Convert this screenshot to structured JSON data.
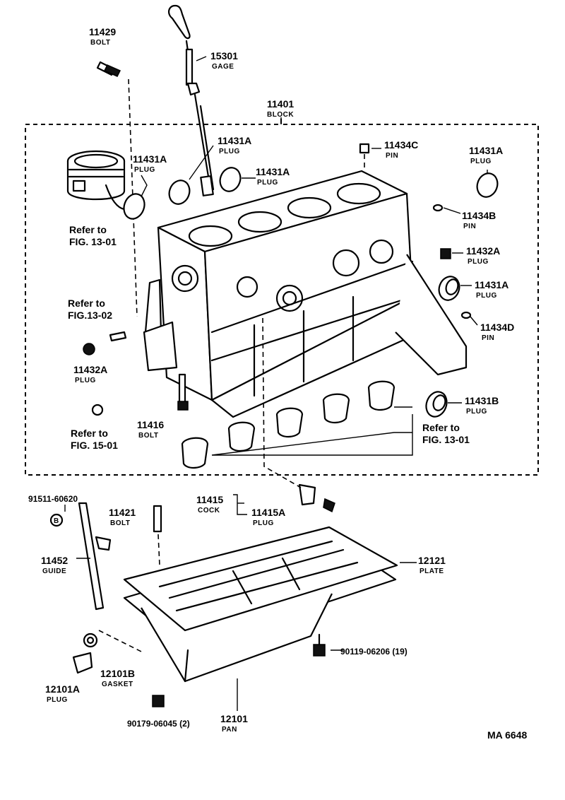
{
  "parts": {
    "p11429": {
      "number": "11429",
      "name": "BOLT"
    },
    "p15301": {
      "number": "15301",
      "name": "GAGE"
    },
    "p11401": {
      "number": "11401",
      "name": "BLOCK"
    },
    "p11431a_1": {
      "number": "11431A",
      "name": "PLUG"
    },
    "p11431a_2": {
      "number": "11431A",
      "name": "PLUG"
    },
    "p11431a_3": {
      "number": "11431A",
      "name": "PLUG"
    },
    "p11431a_4": {
      "number": "11431A",
      "name": "PLUG"
    },
    "p11431a_5": {
      "number": "11431A",
      "name": "PLUG"
    },
    "p11434c": {
      "number": "11434C",
      "name": "PIN"
    },
    "p11434b": {
      "number": "11434B",
      "name": "PIN"
    },
    "p11432a_1": {
      "number": "11432A",
      "name": "PLUG"
    },
    "p11432a_2": {
      "number": "11432A",
      "name": "PLUG"
    },
    "p11434d": {
      "number": "11434D",
      "name": "PIN"
    },
    "p11431b": {
      "number": "11431B",
      "name": "PLUG"
    },
    "p11416": {
      "number": "11416",
      "name": "BOLT"
    },
    "p11415": {
      "number": "11415",
      "name": "COCK"
    },
    "p11415a": {
      "number": "11415A",
      "name": "PLUG"
    },
    "p11421": {
      "number": "11421",
      "name": "BOLT"
    },
    "p91511": {
      "number": "91511-60620",
      "marker": "B"
    },
    "p11452": {
      "number": "11452",
      "name": "GUIDE"
    },
    "p12121": {
      "number": "12121",
      "name": "PLATE"
    },
    "p90119": {
      "number": "90119-06206 (19)"
    },
    "p12101a": {
      "number": "12101A",
      "name": "PLUG"
    },
    "p12101b": {
      "number": "12101B",
      "name": "GASKET"
    },
    "p90179": {
      "number": "90179-06045 (2)"
    },
    "p12101": {
      "number": "12101",
      "name": "PAN"
    }
  },
  "references": {
    "ref_1301_left": {
      "line1": "Refer to",
      "line2": "FIG. 13-01"
    },
    "ref_1302": {
      "line1": "Refer to",
      "line2": "FIG.13-02"
    },
    "ref_1501": {
      "line1": "Refer to",
      "line2": "FIG. 15-01"
    },
    "ref_1301_right": {
      "line1": "Refer to",
      "line2": "FIG. 13-01"
    }
  },
  "footer_code": "MA  6648"
}
